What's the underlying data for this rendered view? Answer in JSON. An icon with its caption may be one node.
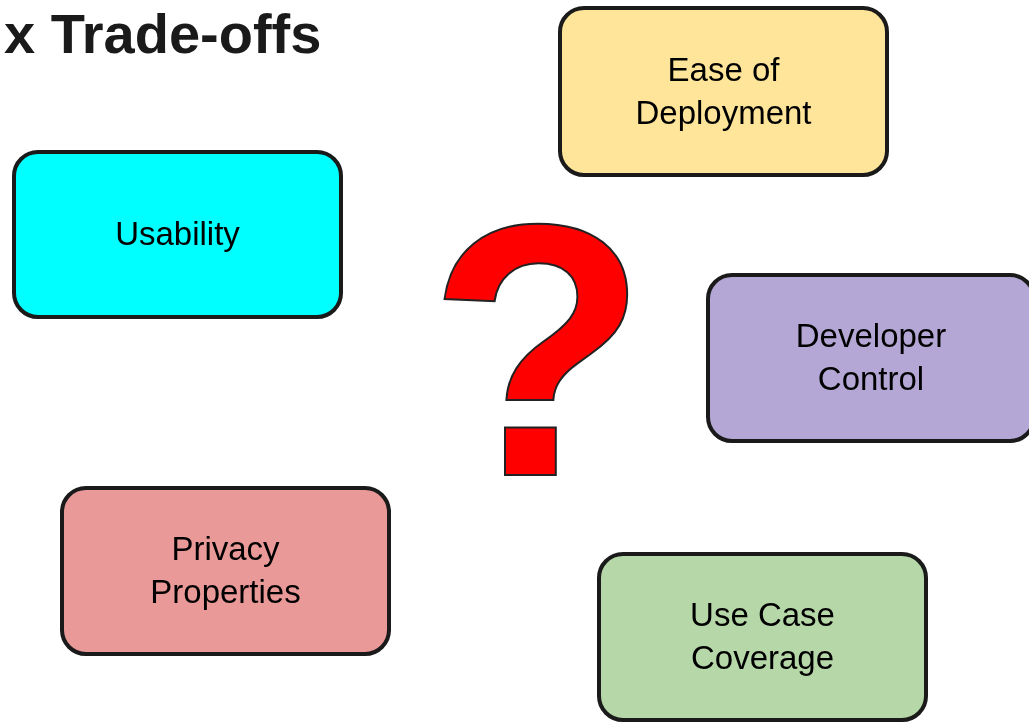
{
  "diagram": {
    "title": "x Trade-offs",
    "nodes": [
      {
        "text": [
          "Ease of Deployment"
        ]
      },
      {
        "text": [
          "Usability"
        ]
      },
      {
        "text": [
          "Developer Control"
        ]
      },
      {
        "text": [
          "Privacy Properties"
        ]
      },
      {
        "text": [
          "Use Case Coverage"
        ]
      }
    ],
    "labels": [
      "?"
    ]
  }
}
